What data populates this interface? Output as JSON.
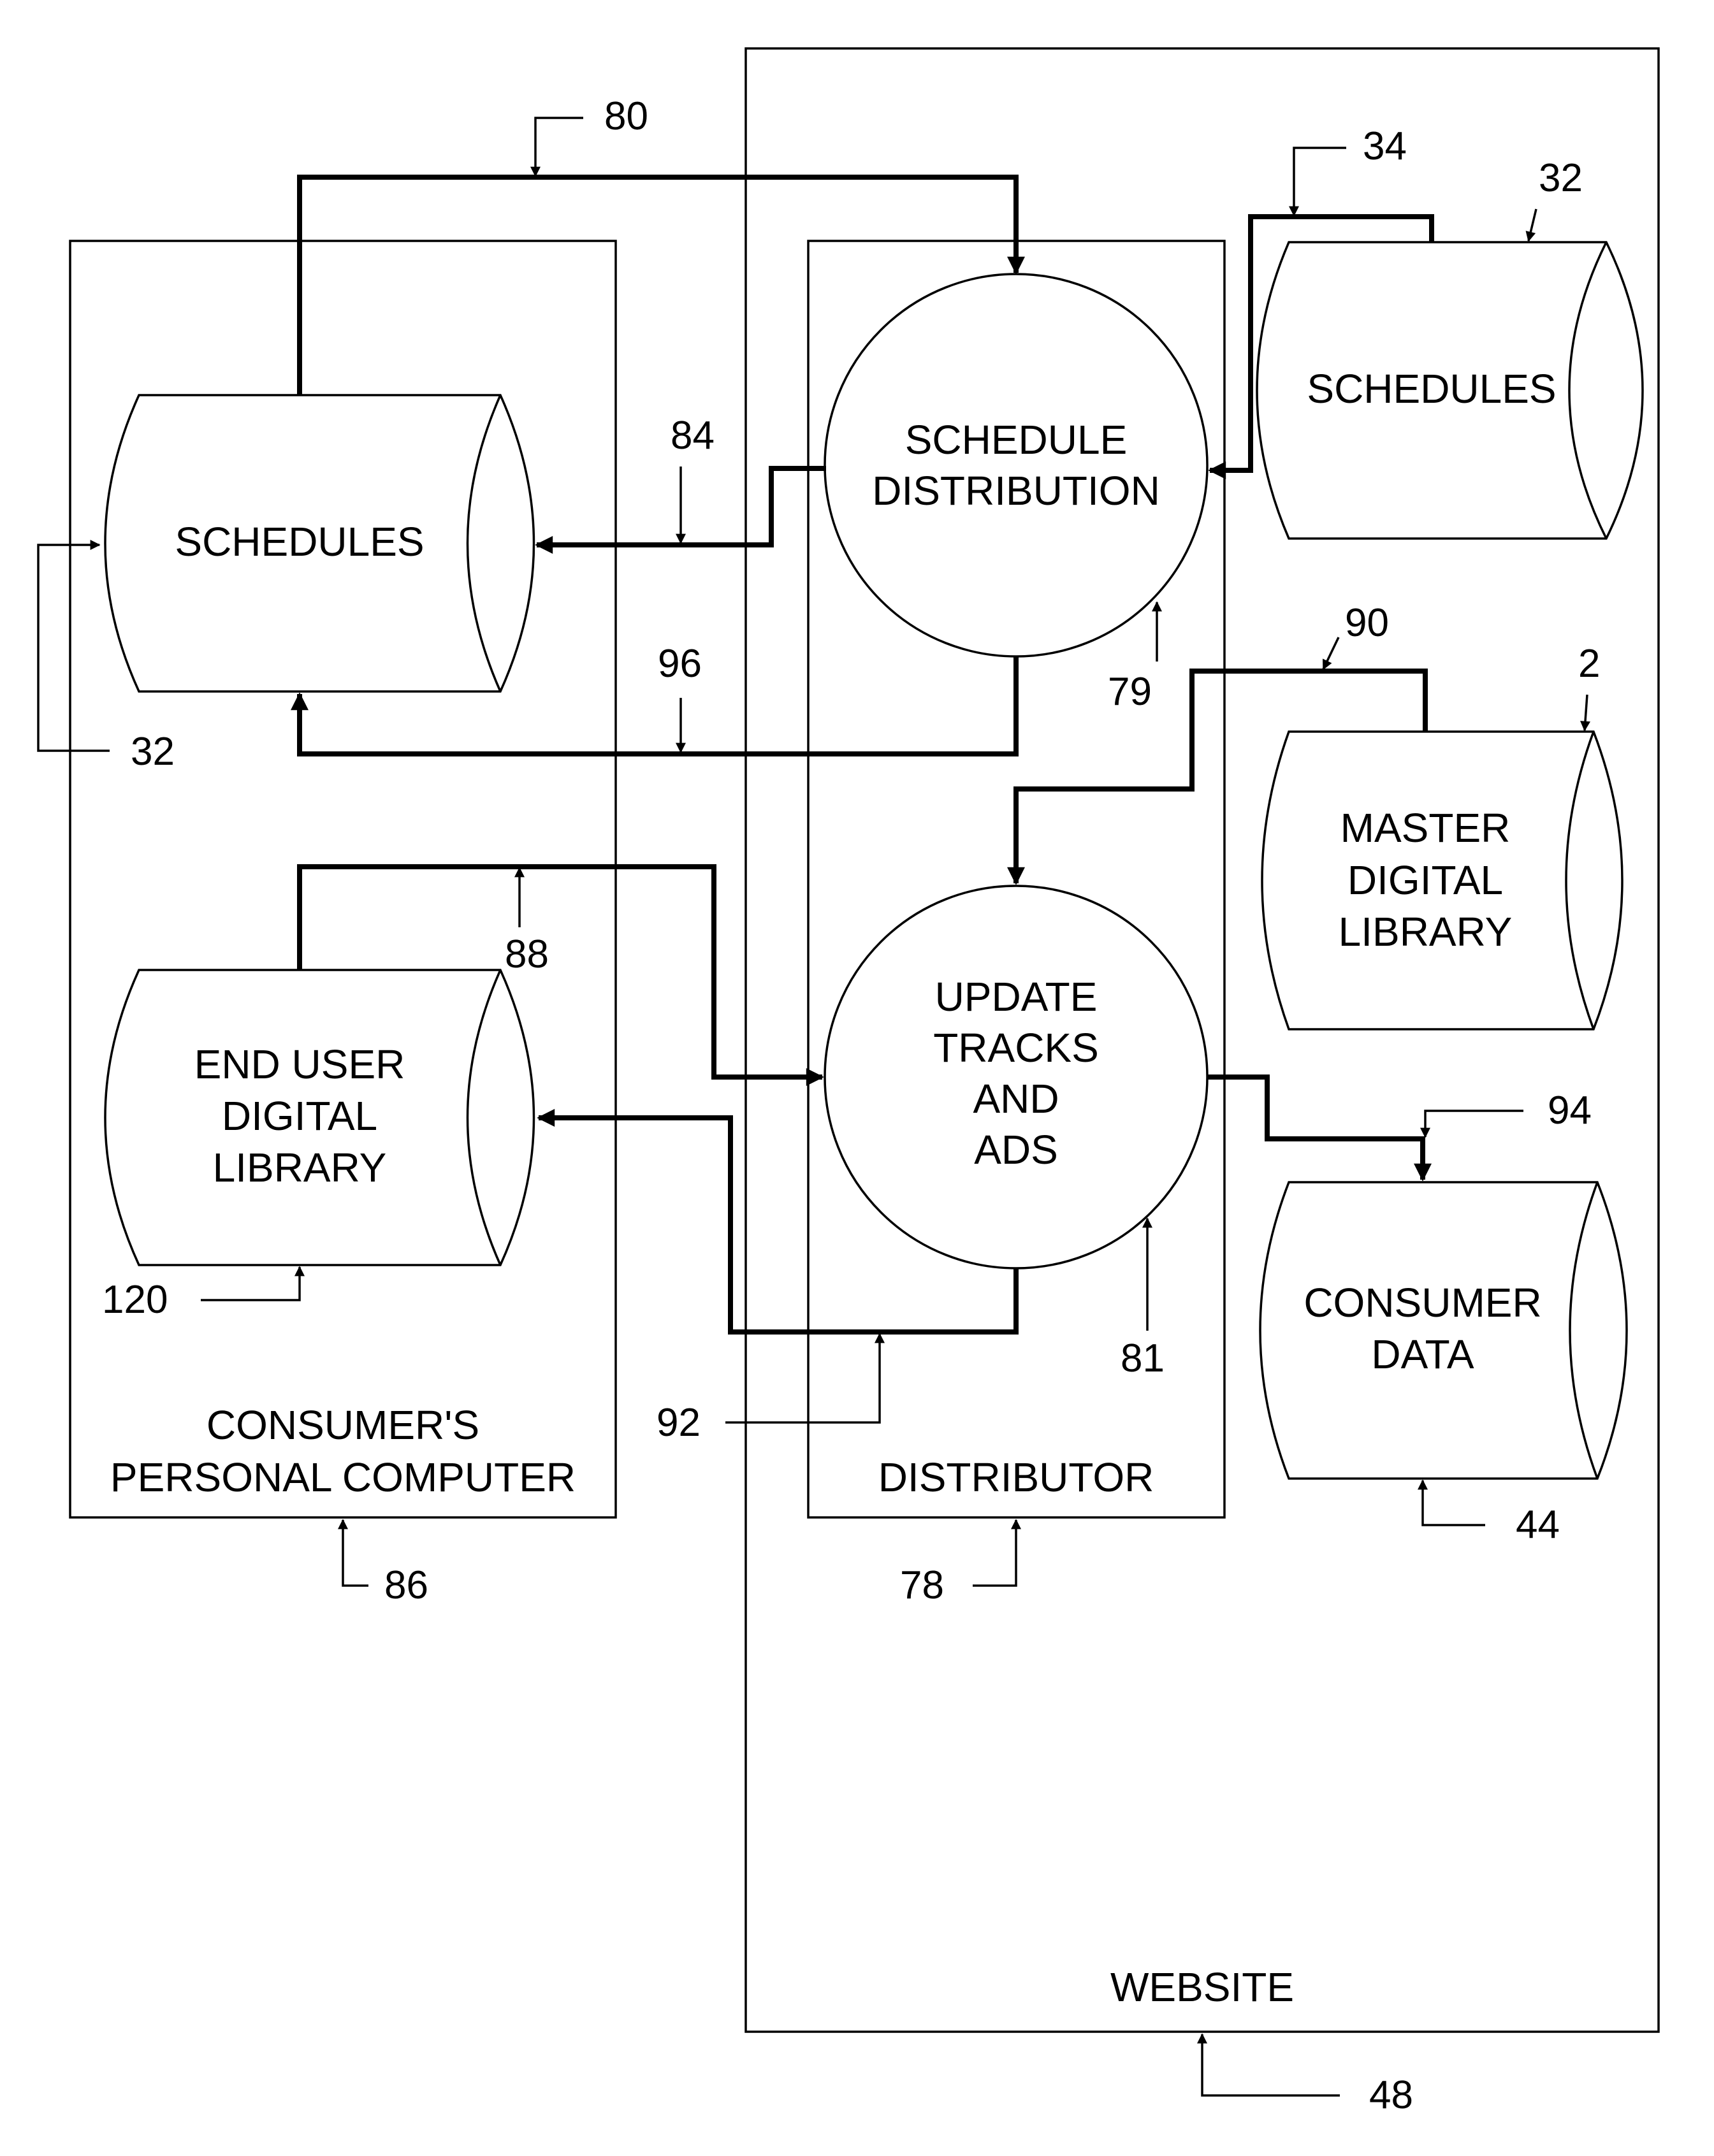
{
  "containers": {
    "consumer_pc": {
      "label_lines": [
        "CONSUMER'S",
        "PERSONAL COMPUTER"
      ],
      "ref": "86"
    },
    "distributor": {
      "label": "DISTRIBUTOR",
      "ref": "78"
    },
    "website": {
      "label": "WEBSITE",
      "ref": "48"
    }
  },
  "processes": {
    "schedule_distribution": {
      "lines": [
        "SCHEDULE",
        "DISTRIBUTION"
      ],
      "ref": "79"
    },
    "update_tracks": {
      "lines": [
        "UPDATE",
        "TRACKS",
        "AND",
        "ADS"
      ],
      "ref": "81"
    }
  },
  "stores": {
    "pc_schedules": {
      "lines": [
        "SCHEDULES"
      ],
      "ref": "32"
    },
    "end_user_library": {
      "lines": [
        "END USER",
        "DIGITAL",
        "LIBRARY"
      ],
      "ref": "120"
    },
    "web_schedules": {
      "lines": [
        "SCHEDULES"
      ],
      "ref": "32"
    },
    "master_library": {
      "lines": [
        "MASTER",
        "DIGITAL",
        "LIBRARY"
      ],
      "ref": "2"
    },
    "consumer_data": {
      "lines": [
        "CONSUMER",
        "DATA"
      ],
      "ref": "44"
    }
  },
  "flows": {
    "pc_schedules_upload": "80",
    "schedules_to_pc": "84",
    "schedules_return": "96",
    "web_schedules_input": "34",
    "library_to_update": "88",
    "master_to_update": "90",
    "update_to_library": "92",
    "update_to_consumer_data": "94"
  }
}
